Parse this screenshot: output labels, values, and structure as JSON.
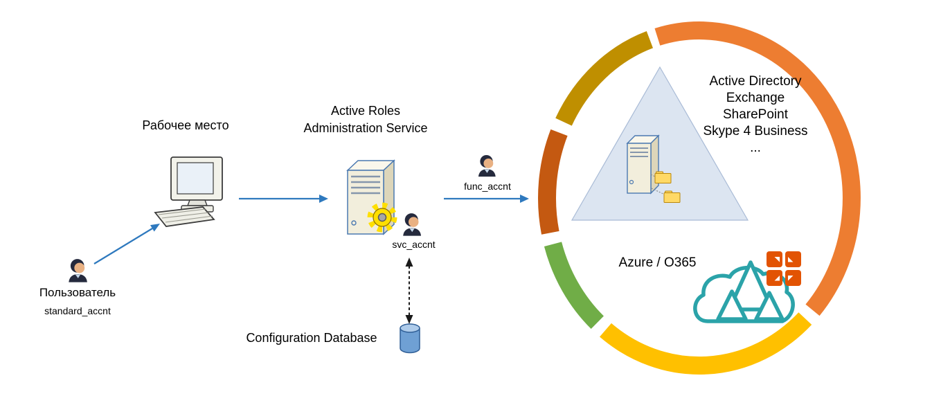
{
  "diagram": {
    "labels": {
      "user": "Пользователь",
      "user_account": "standard_accnt",
      "workstation": "Рабочее место",
      "service_line1": "Active Roles",
      "service_line2": "Administration Service",
      "service_account": "svc_accnt",
      "functional_account": "func_accnt",
      "config_db": "Configuration Database",
      "azure": "Azure / O365"
    },
    "managed_systems": [
      "Active Directory",
      "Exchange",
      "SharePoint",
      "Skype 4 Business",
      "..."
    ],
    "icons": {
      "user": "person-icon",
      "workstation": "desktop-computer-icon",
      "service": "server-tower-icon",
      "service_gear": "gear-icon",
      "database": "database-cylinder-icon",
      "managed_server": "server-with-folders-icon",
      "cloud": "cloud-with-triangles-icon",
      "office": "office-logo-icon"
    },
    "colors": {
      "background": "#FFFFFF",
      "arrow": "#2E79BE",
      "dashed_link": "#1A1A1A",
      "ring_orange": "#ED7D31",
      "ring_gold": "#FFC000",
      "ring_green": "#70AD47",
      "ring_brown": "#C45911",
      "ring_olive": "#BF8F00",
      "triangle_fill": "#DCE5F1",
      "triangle_border": "#A9BBD6",
      "cloud": "#2BA3A9",
      "office": "#E25303",
      "gear": "#FFDF00",
      "database": "#6FA0D4"
    }
  }
}
